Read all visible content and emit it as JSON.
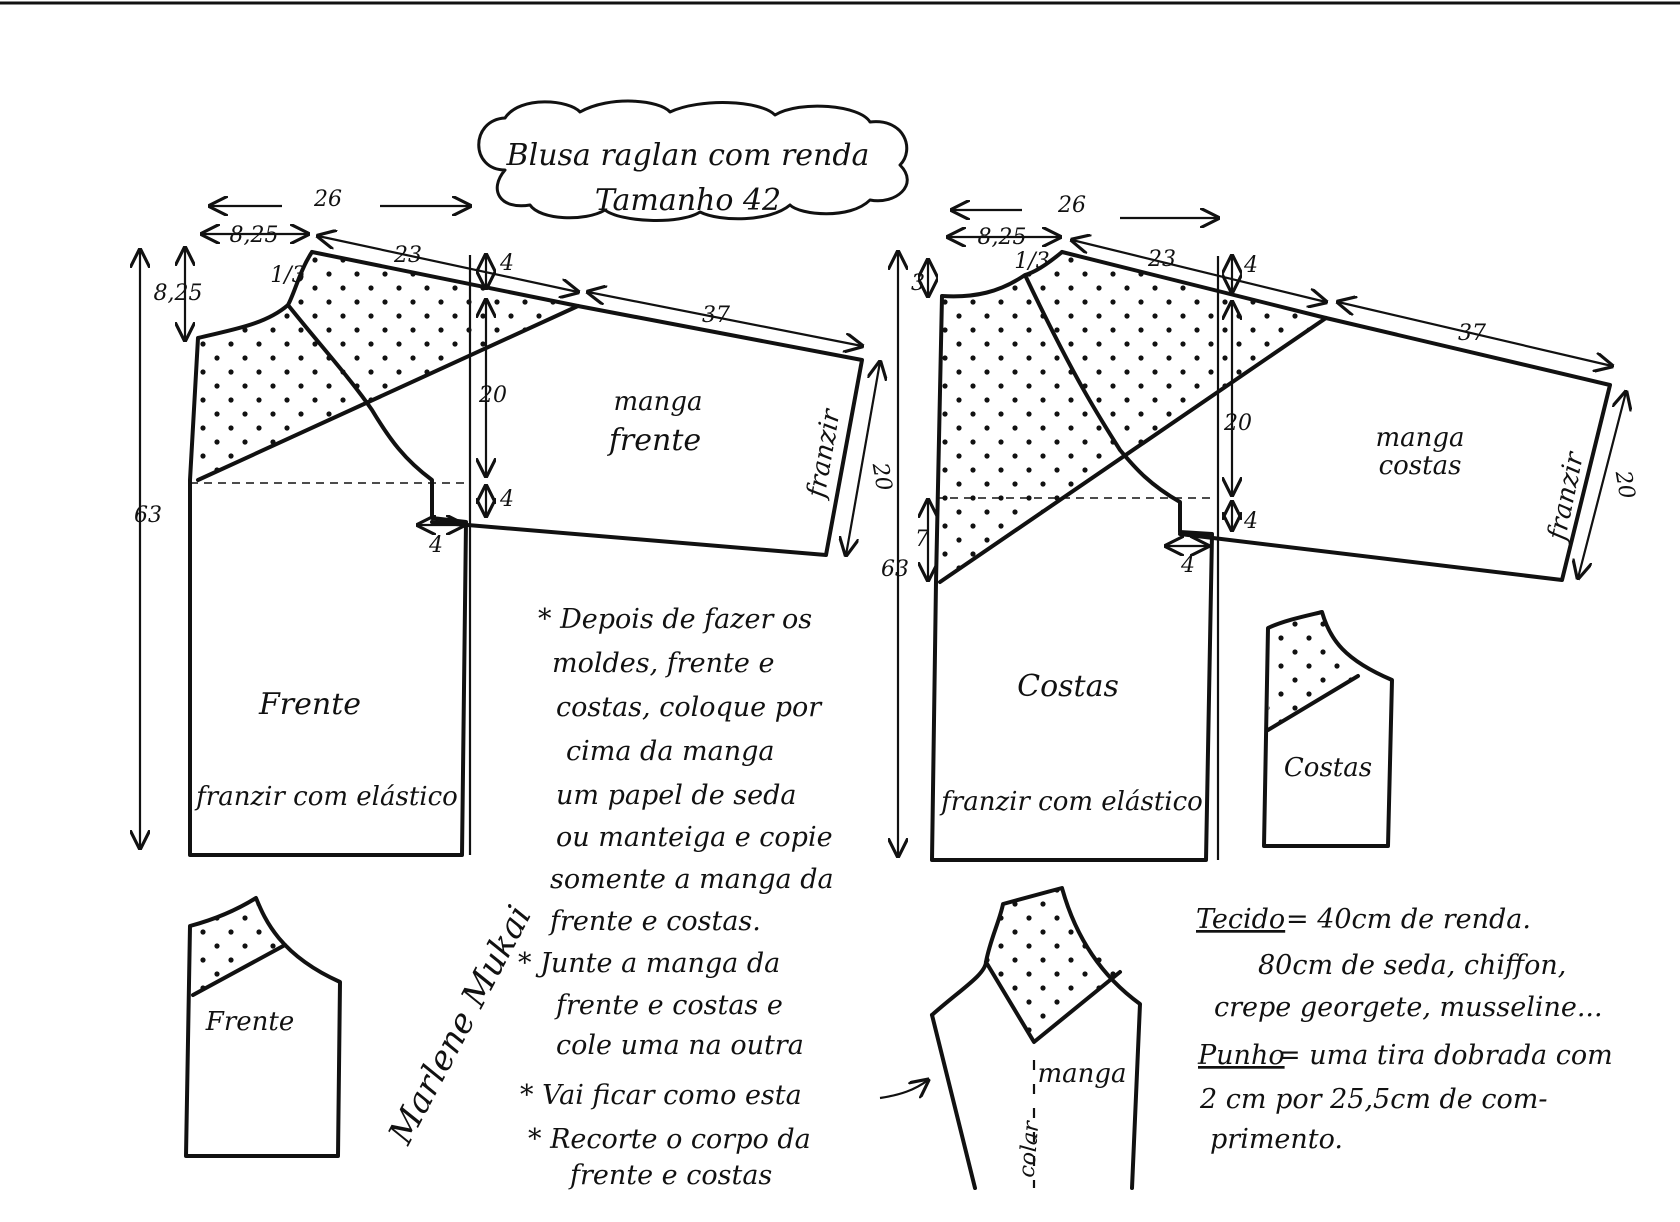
{
  "title": {
    "line1": "Blusa raglan com renda",
    "line2": "Tamanho 42"
  },
  "front_pattern": {
    "width_total": "26",
    "neck_width": "8,25",
    "neck_depth": "8,25",
    "shoulder_line": "23",
    "sleeve_length": "37",
    "armhole_drop": "20",
    "underarm": "4",
    "sleeve_top_offset": "4",
    "underarm_extension": "4",
    "cuff_width": "20",
    "cuff_label": "franzir",
    "length_total": "63",
    "neck_notch": "1/3",
    "sleeve_label_1": "manga",
    "sleeve_label_2": "frente",
    "body_label": "Frente",
    "hem_label": "franzir com elástico"
  },
  "back_pattern": {
    "width_total": "26",
    "neck_width": "8,25",
    "neck_depth": "3",
    "shoulder_line": "23",
    "sleeve_length": "37",
    "armhole_drop": "20",
    "underarm": "4",
    "sleeve_top_offset": "4",
    "underarm_extension": "4",
    "cuff_width": "20",
    "cuff_label": "franzir",
    "length_total": "63",
    "side_mark": "7",
    "neck_notch": "1/3",
    "sleeve_label_1": "manga",
    "sleeve_label_2": "costas",
    "body_label": "Costas",
    "hem_label": "franzir com elástico"
  },
  "small_pieces": {
    "front_label": "Frente",
    "back_label": "Costas",
    "sleeve_label": "manga",
    "collar_label": "colar"
  },
  "instructions": [
    "* Depois de fazer os",
    "moldes, frente e",
    "costas, coloque por",
    "cima da manga",
    "um papel de seda",
    "ou manteiga e copie",
    "somente a manga da",
    "frente e costas.",
    "* Junte a manga da",
    "frente e costas e",
    "cole uma na outra",
    "* Vai ficar como esta",
    "* Recorte o corpo da",
    "frente e costas"
  ],
  "materials": {
    "fabric_key": "Tecido",
    "fabric_line1": "= 40cm de renda.",
    "fabric_line2": "80cm de seda, chiffon,",
    "fabric_line3": "crepe georgete, musseline...",
    "cuff_key": "Punho",
    "cuff_line1": "= uma tira dobrada com",
    "cuff_line2": "2 cm por 25,5cm de com-",
    "cuff_line3": "primento."
  },
  "signature": "Marlene Mukai"
}
